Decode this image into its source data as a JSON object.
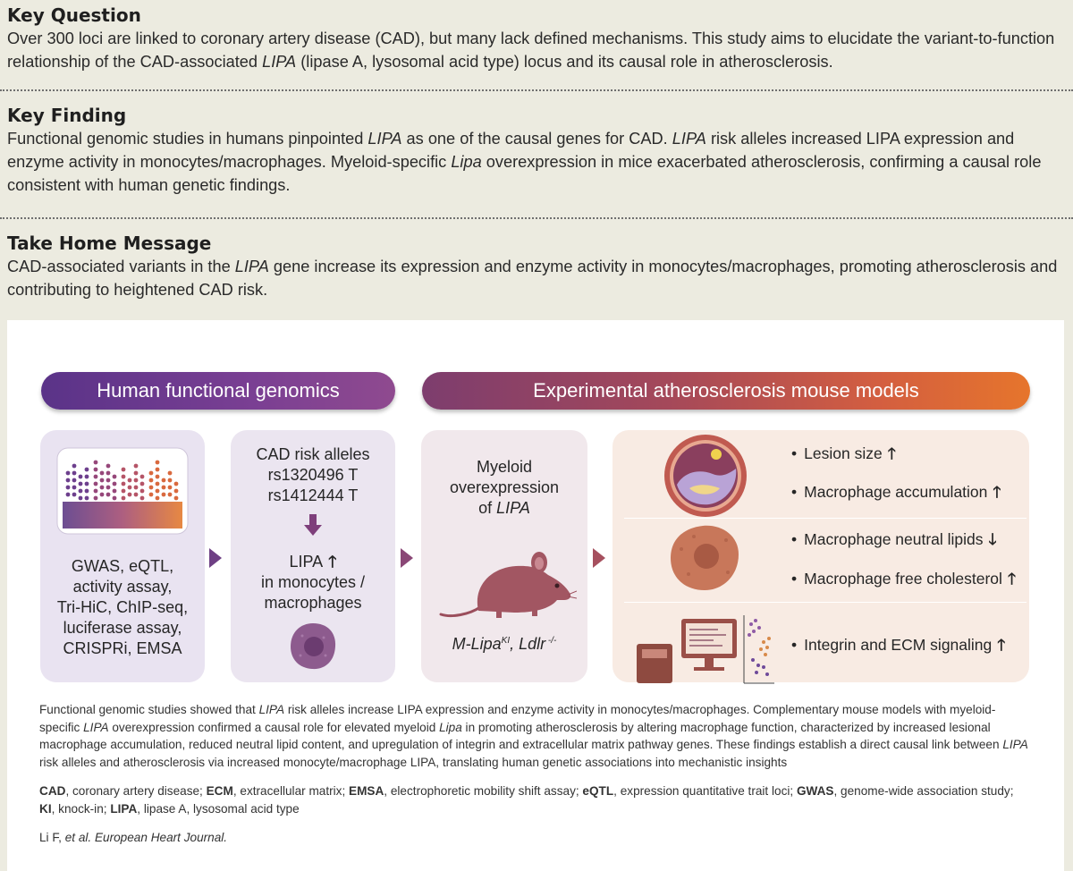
{
  "key_question": {
    "title": "Key Question",
    "body_1": "Over 300 loci are linked to coronary artery disease (CAD), but many lack defined mechanisms. This study aims to elucidate the variant-to-function relationship of the CAD-associated ",
    "body_gene": "LIPA",
    "body_2": " (lipase A, lysosomal acid type) locus and its causal role in atherosclerosis."
  },
  "key_finding": {
    "title": "Key Finding",
    "body_1": "Functional genomic studies in humans pinpointed ",
    "body_gene1": "LIPA",
    "body_2": " as one of the causal genes for CAD. ",
    "body_gene2": "LIPA",
    "body_3": " risk alleles increased LIPA expression and enzyme activity in monocytes/macrophages. Myeloid-specific ",
    "body_gene3": "Lipa",
    "body_4": " overexpression in mice exacerbated atherosclerosis, confirming a causal role consistent with human genetic findings."
  },
  "take_home": {
    "title": "Take Home Message",
    "body_1": "CAD-associated variants in the ",
    "body_gene": "LIPA",
    "body_2": " gene increase its expression and enzyme activity in monocytes/macrophages, promoting atherosclerosis and contributing to heightened CAD risk."
  },
  "graphic": {
    "banner_left": "Human functional genomics",
    "banner_right": "Experimental atherosclerosis mouse models",
    "card1_lines": [
      "GWAS, eQTL,",
      "activity assay,",
      "Tri-HiC, ChIP-seq,",
      "luciferase assay,",
      "CRISPRi, EMSA"
    ],
    "card2_lines": [
      "CAD risk alleles",
      "rs1320496 T",
      "rs1412444 T"
    ],
    "card2_result": "LIPA",
    "card2_result_lines": [
      "in monocytes /",
      "macrophages"
    ],
    "card3_lines": [
      "Myeloid",
      "overexpression",
      "of "
    ],
    "card3_gene": "LIPA",
    "card3_model_a": "M-Lipa",
    "card3_model_a_sup": "KI",
    "card3_model_b": ", Ldlr",
    "card3_model_b_sup": " -/-",
    "bullets": [
      {
        "text": "Lesion size",
        "dir": "up"
      },
      {
        "text": "Macrophage accumulation",
        "dir": "up"
      },
      {
        "text": "Macrophage neutral lipids",
        "dir": "down"
      },
      {
        "text": "Macrophage free cholesterol",
        "dir": "up"
      },
      {
        "text": "Integrin and ECM signaling",
        "dir": "up"
      }
    ],
    "colors": {
      "purple": "#5a3388",
      "orange": "#e6752c",
      "mouse": "#a0575e",
      "cell_purple": "#8a5a8c",
      "cell_orange": "#c97e5f"
    }
  },
  "caption": {
    "p1_a": "Functional genomic studies showed that ",
    "p1_g1": "LIPA",
    "p1_b": " risk alleles increase LIPA expression and enzyme activity in monocytes/macrophages. Complementary mouse models with myeloid-specific ",
    "p1_g2": "LIPA",
    "p1_c": " overexpression confirmed a causal role for elevated myeloid ",
    "p1_g3": "Lipa",
    "p1_d": " in promoting atherosclerosis by altering macrophage function, characterized by increased lesional macrophage accumulation, reduced neutral lipid content, and upregulation of integrin and extracellular matrix pathway genes. These findings establish a direct causal link between ",
    "p1_g4": "LIPA",
    "p1_e": " risk alleles and atherosclerosis via increased monocyte/macrophage LIPA, translating human genetic associations into mechanistic insights",
    "abbr": [
      {
        "k": "CAD",
        "v": ", coronary artery disease; "
      },
      {
        "k": "ECM",
        "v": ", extracellular matrix; "
      },
      {
        "k": "EMSA",
        "v": ", electrophoretic mobility shift assay; "
      },
      {
        "k": "eQTL",
        "v": ", expression quantitative trait loci; "
      },
      {
        "k": "GWAS",
        "v": ", genome-wide association study; "
      },
      {
        "k": "KI",
        "v": ", knock-in; "
      },
      {
        "k": "LIPA",
        "v": ", lipase A, lysosomal acid type"
      }
    ],
    "citation_a": "Li F, ",
    "citation_b": "et al. European Heart Journal."
  }
}
